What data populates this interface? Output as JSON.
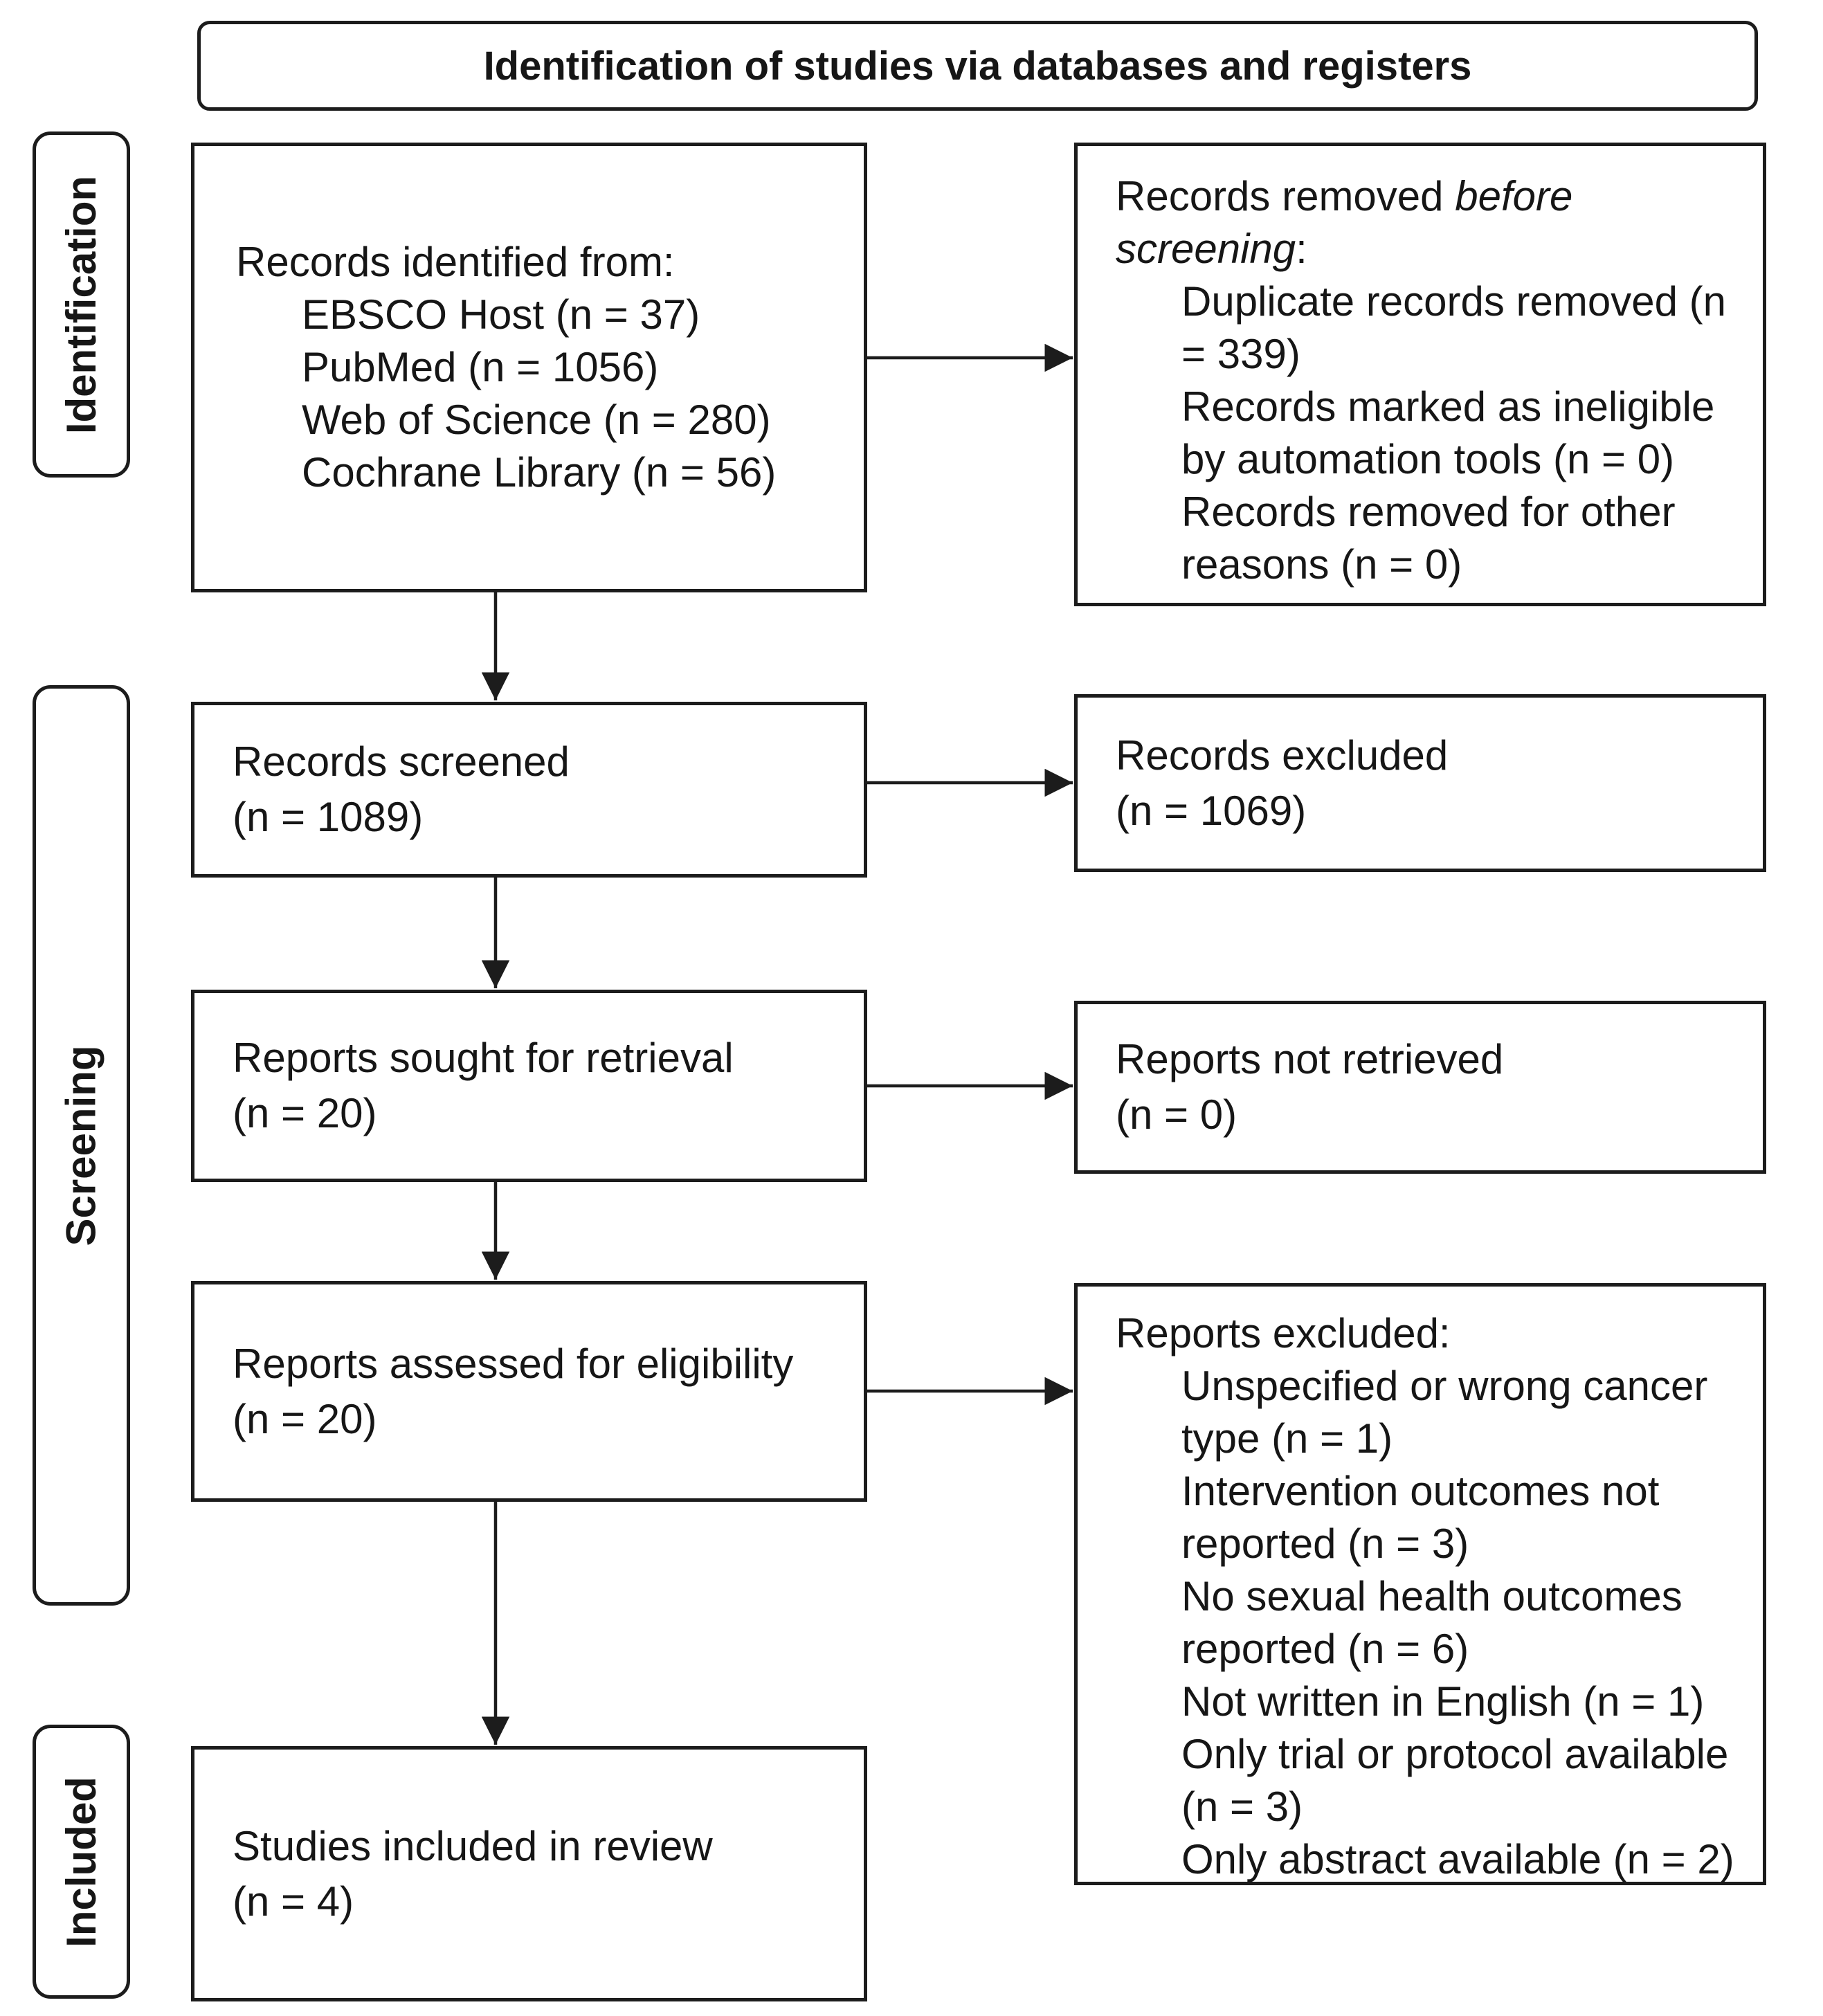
{
  "title": "Identification of studies via databases and registers",
  "sidebar": {
    "identification": "Identification",
    "screening": "Screening",
    "included": "Included"
  },
  "boxes": {
    "records_identified": {
      "heading": "Records identified from:",
      "items": [
        "EBSCO Host (n = 37)",
        "PubMed (n = 1056)",
        "Web of Science (n = 280)",
        "Cochrane Library (n = 56)"
      ]
    },
    "records_removed": {
      "heading_prefix": "Records removed ",
      "heading_italic": "before screening",
      "heading_suffix": ":",
      "items": [
        "Duplicate records removed (n = 339)",
        "Records marked as ineligible by automation tools (n = 0)",
        "Records removed for other reasons (n = 0)"
      ]
    },
    "records_screened": {
      "line1": "Records screened",
      "line2": "(n = 1089)"
    },
    "records_excluded": {
      "line1": "Records excluded",
      "line2": "(n = 1069)"
    },
    "reports_sought": {
      "line1": "Reports sought for retrieval",
      "line2": "(n = 20)"
    },
    "reports_not_retrieved": {
      "line1": "Reports not retrieved",
      "line2": "(n = 0)"
    },
    "reports_assessed": {
      "line1": "Reports assessed for eligibility",
      "line2": "(n = 20)"
    },
    "reports_excluded": {
      "heading": "Reports excluded:",
      "items": [
        "Unspecified or wrong cancer type (n = 1)",
        "Intervention outcomes not reported (n = 3)",
        "No sexual health outcomes reported (n = 6)",
        "Not written in English (n = 1)",
        "Only trial or protocol available (n = 3)",
        "Only abstract available (n = 2)"
      ]
    },
    "studies_included": {
      "line1": "Studies included in review",
      "line2": "(n = 4)"
    }
  },
  "colors": {
    "border": "#1c1c1c",
    "text": "#161616",
    "background": "#ffffff"
  }
}
